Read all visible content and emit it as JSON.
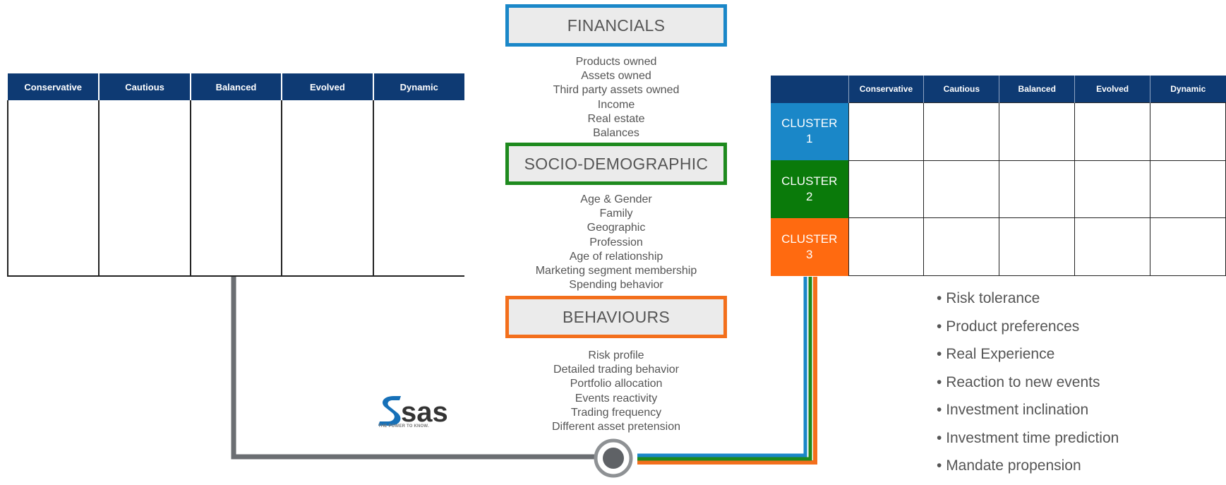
{
  "left_table": {
    "headers": [
      "Conservative",
      "Cautious",
      "Balanced",
      "Evolved",
      "Dynamic"
    ]
  },
  "categories": [
    {
      "title": "FINANCIALS",
      "color": "#1a87c8",
      "items": [
        "Products owned",
        "Assets owned",
        "Third party assets owned",
        "Income",
        "Real estate",
        "Balances"
      ]
    },
    {
      "title": "SOCIO-DEMOGRAPHIC",
      "color": "#1e8a1e",
      "items": [
        "Age & Gender",
        "Family",
        "Geographic",
        "Profession",
        "Age of relationship",
        "Marketing segment membership",
        "Spending behavior"
      ]
    },
    {
      "title": "BEHAVIOURS",
      "color": "#f36f1c",
      "items": [
        "Risk profile",
        "Detailed trading behavior",
        "Portfolio allocation",
        "Events reactivity",
        "Trading frequency",
        "Different asset pretension"
      ]
    }
  ],
  "right_table": {
    "headers": [
      "Conservative",
      "Cautious",
      "Balanced",
      "Evolved",
      "Dynamic"
    ],
    "clusters": [
      {
        "line1": "CLUSTER",
        "line2": "1",
        "color": "#1a87c8"
      },
      {
        "line1": "CLUSTER",
        "line2": "2",
        "color": "#0a7a0a"
      },
      {
        "line1": "CLUSTER",
        "line2": "3",
        "color": "#ff6a10"
      }
    ]
  },
  "bullets": [
    "Risk tolerance",
    "Product preferences",
    "Real Experience",
    "Reaction to new events",
    "Investment inclination",
    "Investment time prediction",
    "Mandate propension"
  ],
  "logo": {
    "wordmark": "sas",
    "tagline": "THE POWER TO KNOW."
  },
  "colors": {
    "header_navy": "#0e3a73",
    "connector_gray": "#6b6e72"
  }
}
